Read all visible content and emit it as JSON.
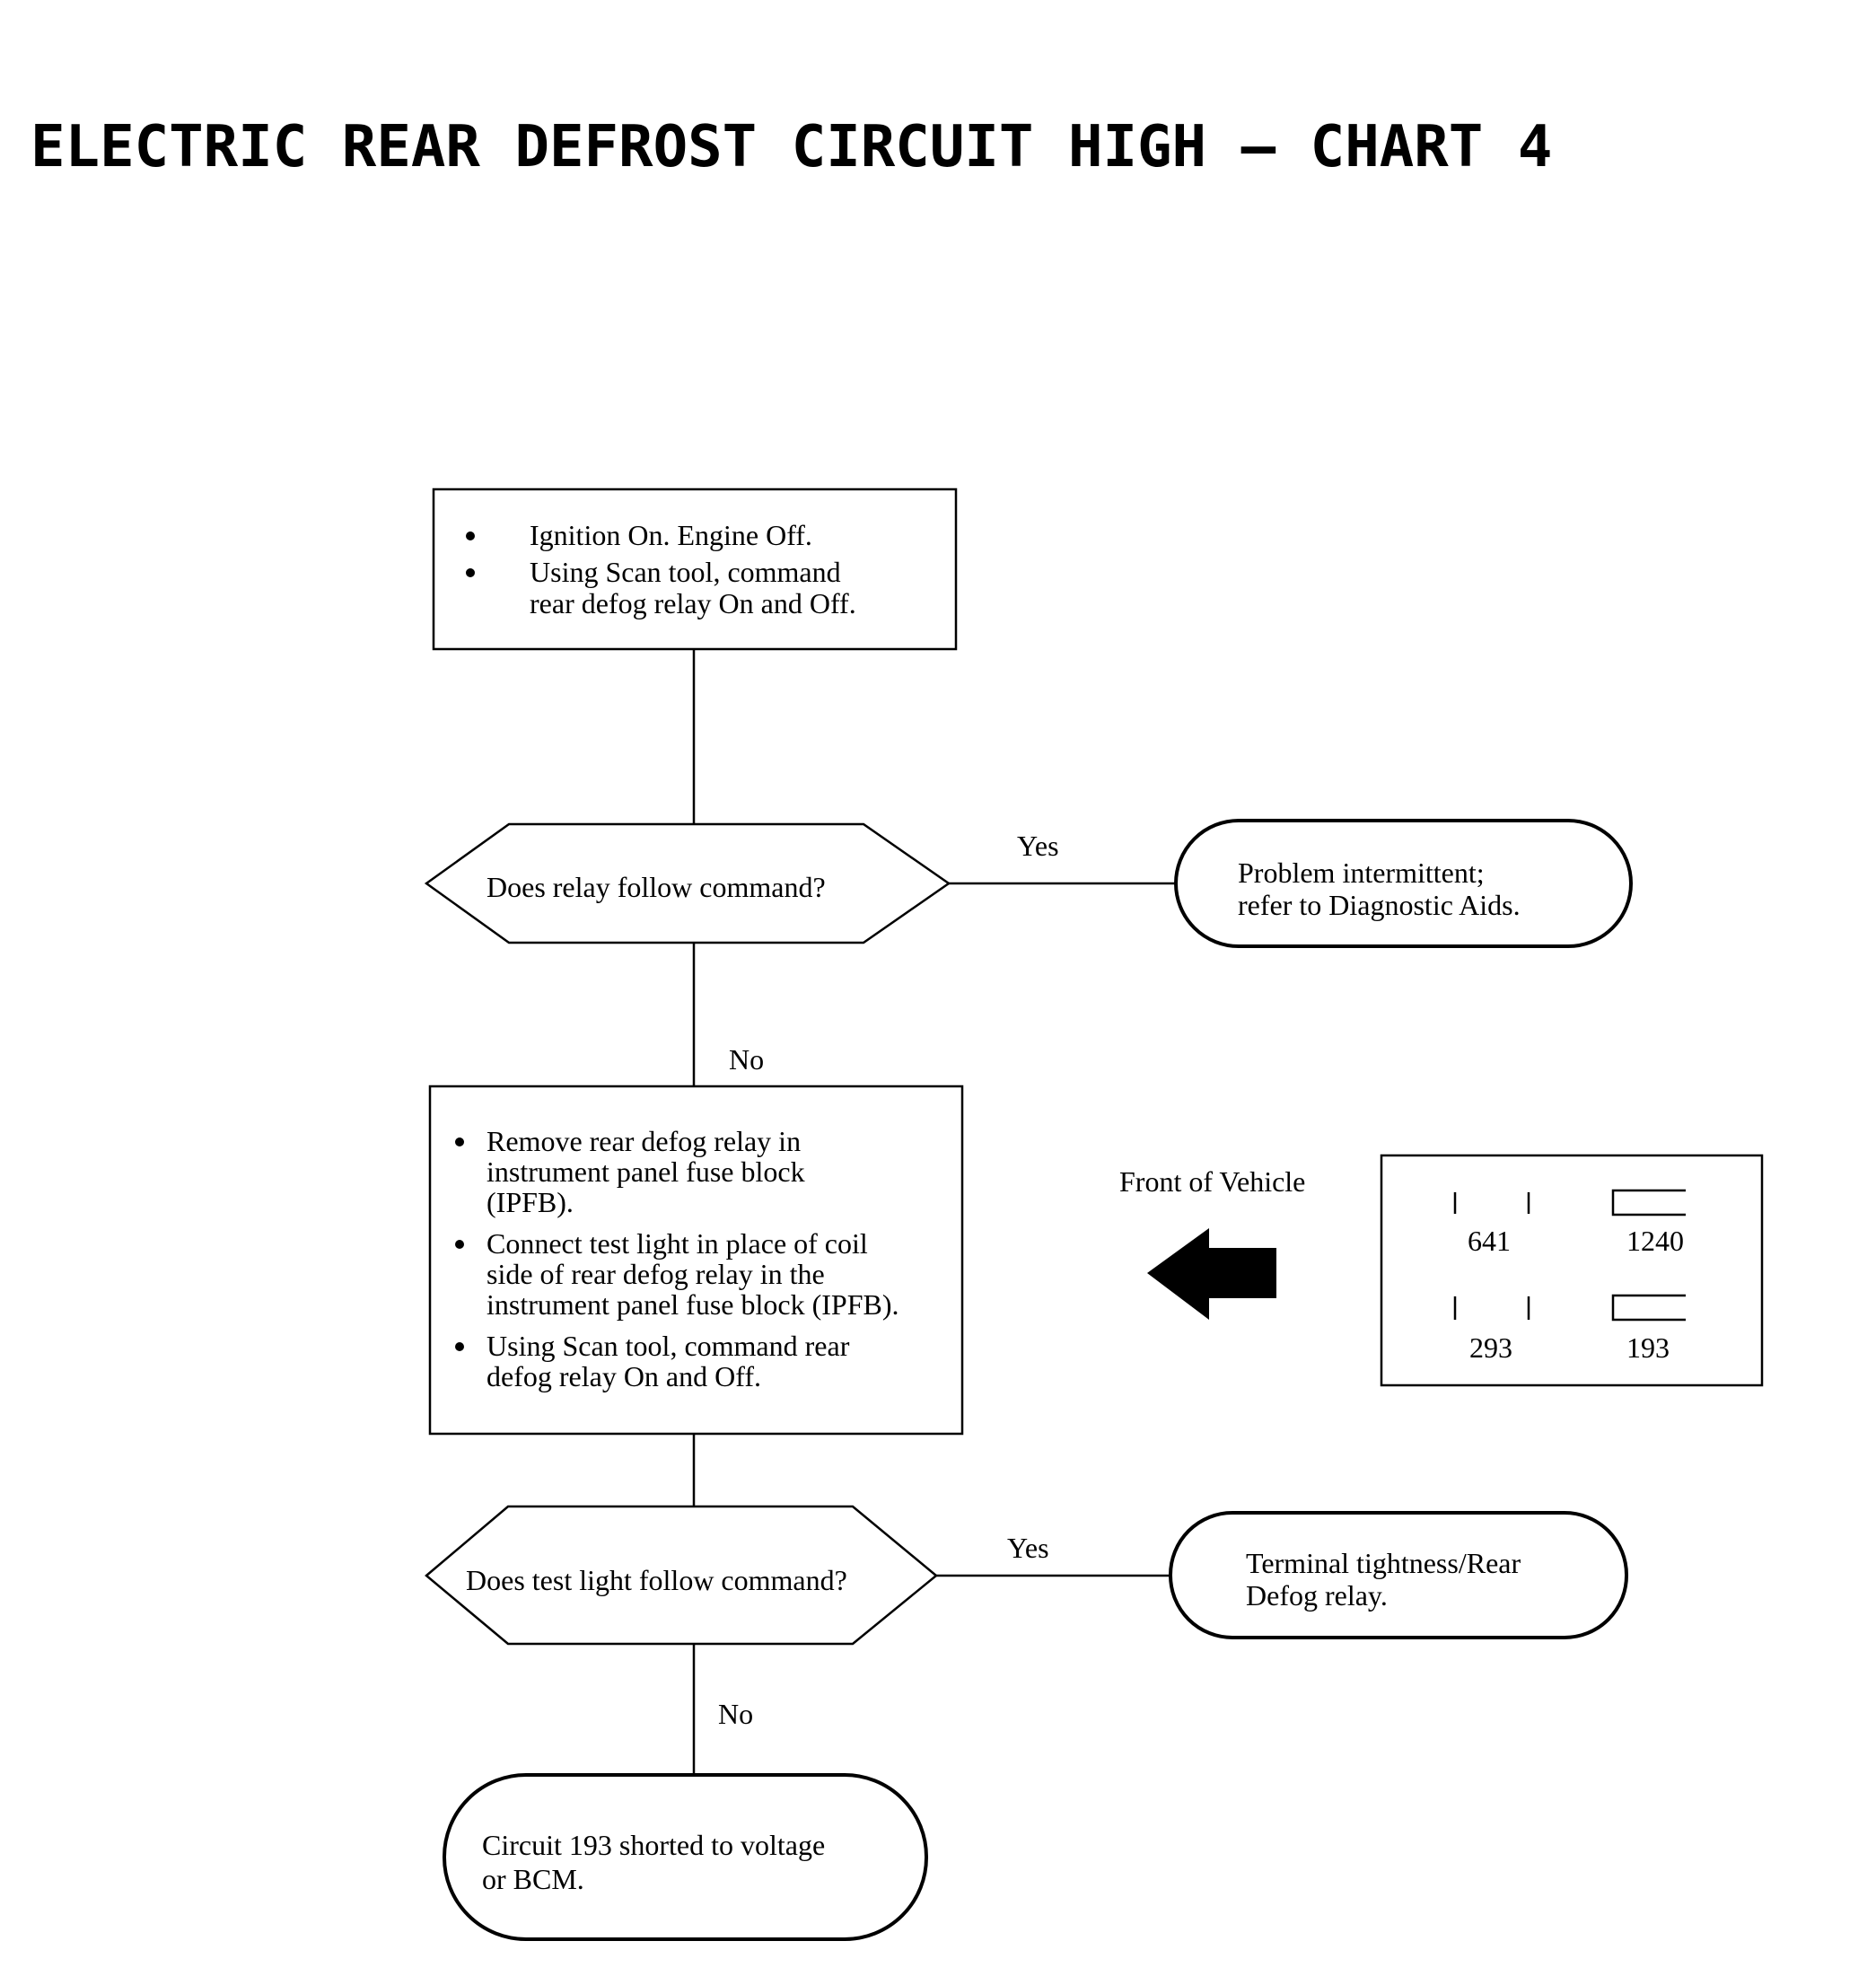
{
  "title": "ELECTRIC REAR DEFROST CIRCUIT HIGH – CHART 4",
  "step1": {
    "bullets": [
      [
        "Ignition On. Engine Off."
      ],
      [
        "Using Scan tool, command",
        "rear defog relay On and Off."
      ]
    ]
  },
  "decision1": {
    "text": "Does relay follow command?",
    "yes_label": "Yes",
    "no_label": "No"
  },
  "result1": {
    "lines": [
      "Problem intermittent;",
      "refer to Diagnostic Aids."
    ]
  },
  "step2": {
    "bullets": [
      [
        "Remove rear defog relay in",
        "instrument panel fuse block",
        "(IPFB)."
      ],
      [
        "Connect test light in place of coil",
        "side of rear defog relay in the",
        "instrument panel fuse block (IPFB)."
      ],
      [
        "Using Scan tool, command rear",
        "defog relay On and Off."
      ]
    ]
  },
  "decision2": {
    "text": "Does test light follow command?",
    "yes_label": "Yes",
    "no_label": "No"
  },
  "result2": {
    "lines": [
      "Terminal tightness/Rear",
      "Defog relay."
    ]
  },
  "result3": {
    "lines": [
      "Circuit 193 shorted to voltage",
      "or BCM."
    ]
  },
  "front_label": "Front of Vehicle",
  "connector": {
    "terminals": [
      "641",
      "1240",
      "293",
      "193"
    ]
  },
  "colors": {
    "line": "#000000",
    "background": "#ffffff"
  }
}
